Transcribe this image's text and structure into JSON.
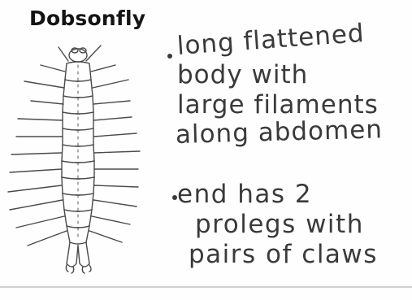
{
  "card": {
    "title": "Dobsonfly",
    "illustration": "dobsonfly-larva-sketch",
    "notes": [
      {
        "lines": [
          "long flattened",
          "body with",
          "large filaments",
          "along abdomen"
        ]
      },
      {
        "lines": [
          "end has 2",
          "prolegs with",
          "pairs of claws"
        ]
      }
    ]
  },
  "colors": {
    "ink": "#3a3a3a",
    "title": "#141414",
    "background": "#fefefe"
  }
}
